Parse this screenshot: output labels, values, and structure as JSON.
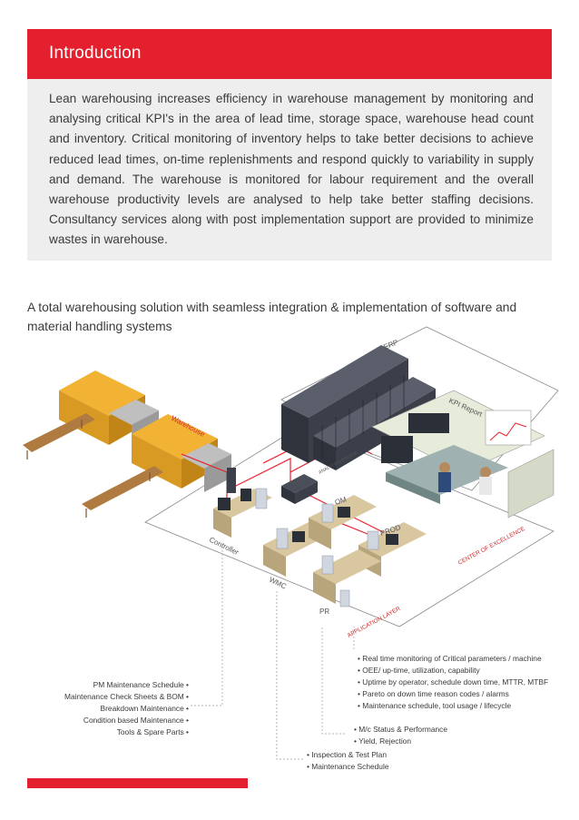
{
  "intro": {
    "title": "Introduction",
    "text": "Lean warehousing increases efficiency in warehouse management by monitoring and analysing critical KPI's in the area of lead time, storage space, warehouse head count and inventory. Critical monitoring of inventory helps to take better decisions to achieve reduced lead times, on-time replenishments and respond quickly to variability in supply and demand. The warehouse is monitored for labour requirement and the overall warehouse productivity levels are analysed to help take better staffing decisions. Consultancy services along with post implementation support are provided to minimize wastes in warehouse."
  },
  "subheading": "A total warehousing solution with seamless integration & implementation of software and material handling systems",
  "diagram": {
    "labels": {
      "erp": "ERP",
      "kpi_report": "KPI Report",
      "warehouse": "Warehouse",
      "controller": "Controller",
      "wmc": "WMC",
      "om": "OM",
      "prod": "PROD",
      "pr": "PR",
      "center_of_excellence": "CENTER OF EXCELLENCE",
      "application_layer": "APPLICATION LAYER",
      "analytics": "ANALYTICS ENGINE"
    },
    "colors": {
      "accent": "#e5202e",
      "server": "#3b3f4a",
      "desk": "#d9c7a0",
      "machine_yellow": "#f2b335"
    }
  },
  "lists": {
    "center_right": [
      "Real time monitoring of Critical parameters / machine",
      "OEE/ up-time, utilization, capability",
      "Uptime by operator, schedule down time, MTTR, MTBF",
      "Pareto on down time reason codes / alarms",
      "Maintenance schedule, tool usage / lifecycle"
    ],
    "left": [
      "PM Maintenance Schedule",
      "Maintenance Check Sheets & BOM",
      "Breakdown Maintenance",
      "Condition based Maintenance",
      "Tools & Spare Parts"
    ],
    "middle": [
      "M/c Status & Performance",
      "Yield, Rejection"
    ],
    "bottom": [
      "Inspection & Test Plan",
      "Maintenance Schedule"
    ]
  }
}
